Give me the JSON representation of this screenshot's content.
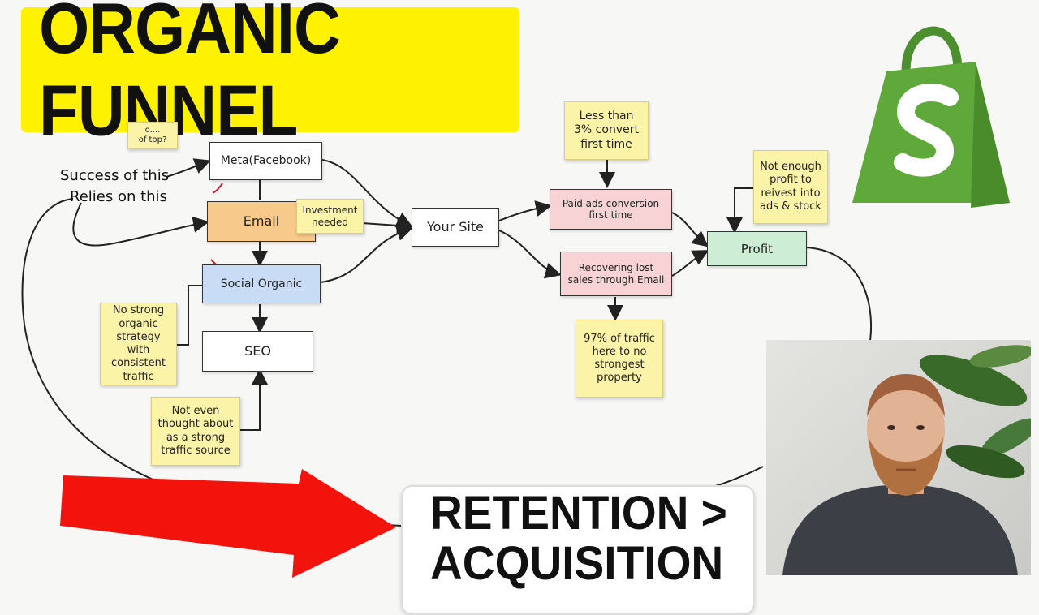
{
  "title": "ORGANIC FUNNEL",
  "annotation": {
    "line1": "Success of this",
    "line2": "Relies on this"
  },
  "partial_note": {
    "line1": "o....",
    "line2": "of top?"
  },
  "channels": {
    "meta": "Meta(Facebook)",
    "email": "Email",
    "social": "Social Organic",
    "seo": "SEO"
  },
  "site": "Your Site",
  "conversion": {
    "paid": "Paid ads conversion first time",
    "recovering": "Recovering lost sales through Email"
  },
  "profit": "Profit",
  "notes": {
    "investment": "Investment needed",
    "no_strategy": "No strong organic strategy with consistent traffic",
    "not_thought": "Not even thought about as a strong traffic source",
    "less_than": "Less than 3% convert first time",
    "traffic": "97% of traffic here to no strongest property",
    "not_enough": "Not enough profit to reivest into ads & stock"
  },
  "retention": "RETENTION >\nACQUISITION",
  "colors": {
    "banner": "#fff200",
    "email_fill": "#f7c98a",
    "social_fill": "#c9dcf5",
    "paid_fill": "#f7d3d6",
    "profit_fill": "#cdeed5",
    "sticky": "#fbf3a8",
    "arrow_red": "#f2130d",
    "logo_green": "#5fa83a"
  },
  "icons": {
    "logo": "shopify-bag-icon",
    "arrow": "big-red-arrow-icon"
  }
}
